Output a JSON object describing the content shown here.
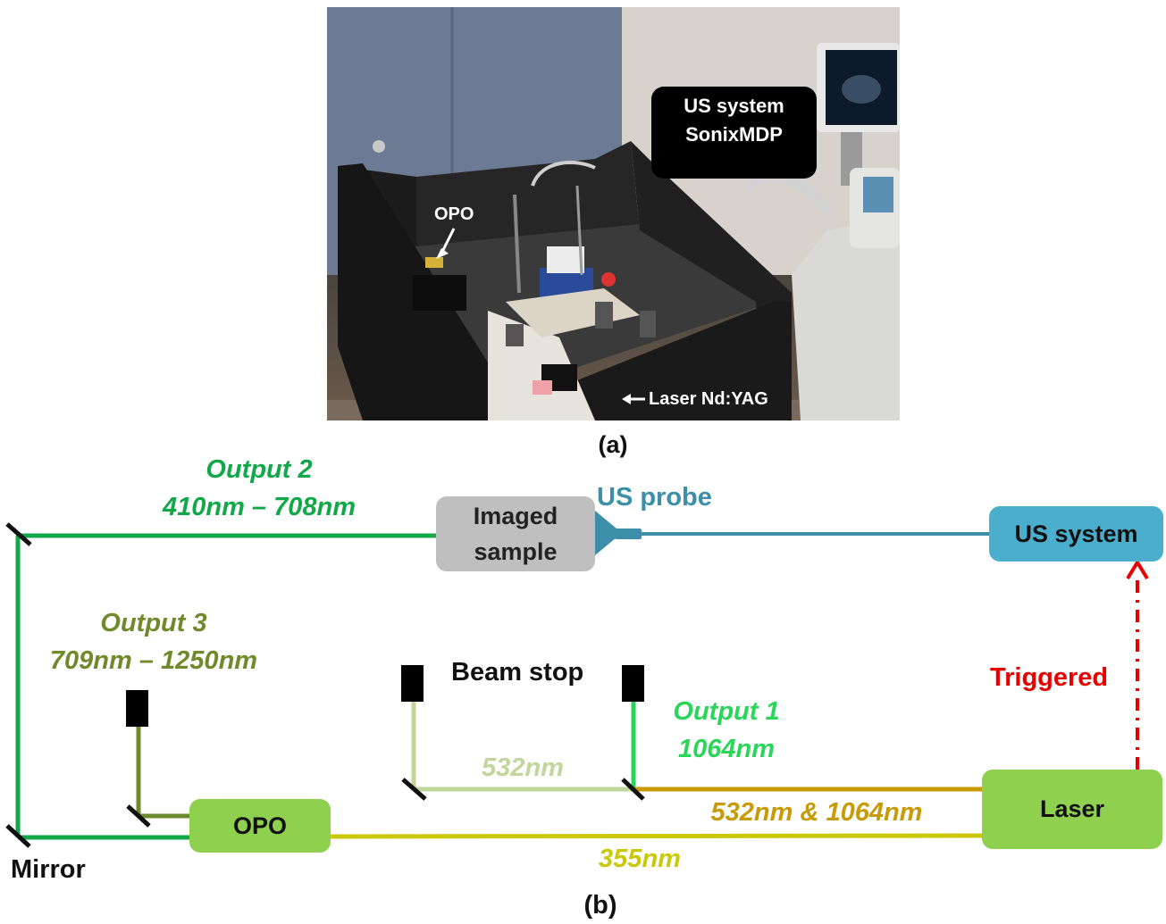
{
  "photo": {
    "opo_label": "OPO",
    "us_system_label_line1": "US system",
    "us_system_label_line2": "SonixMDP",
    "laser_label": "Laser Nd:YAG",
    "caption": "(a)"
  },
  "diagram": {
    "caption": "(b)",
    "output2_title": "Output 2",
    "output2_range": "410nm – 708nm",
    "imaged_sample_line1": "Imaged",
    "imaged_sample_line2": "sample",
    "us_probe": "US probe",
    "us_system": "US system",
    "output3_title": "Output 3",
    "output3_range": "709nm – 1250nm",
    "beam_stop": "Beam stop",
    "triggered": "Triggered",
    "output1_title": "Output 1",
    "output1_range": "1064nm",
    "beam_532": "532nm",
    "beam_532_1064": "532nm & 1064nm",
    "laser": "Laser",
    "opo": "OPO",
    "beam_355": "355nm",
    "mirror": "Mirror"
  },
  "colors": {
    "output2_green": "#12a84a",
    "output1_green": "#2ad65a",
    "output3_olive": "#6f8a2a",
    "beam532_light": "#bfd79a",
    "beam532_1064_gold": "#c79a06",
    "beam355_yellow": "#c9c90a",
    "us_blue": "#3d8ea8",
    "us_box": "#4aaecc",
    "sample_gray": "#bfbfbf",
    "laser_green": "#8fd14f",
    "triggered_red": "#e60000"
  }
}
